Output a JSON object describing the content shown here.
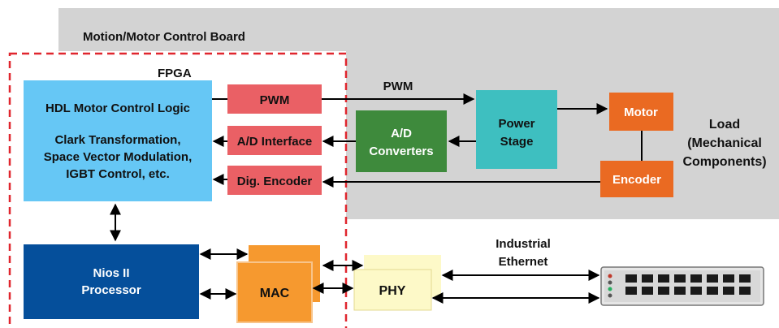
{
  "board": {
    "title": "Motion/Motor Control Board"
  },
  "fpga": {
    "title": "FPGA",
    "logic_box": {
      "title": "HDL Motor Control Logic",
      "lines": [
        "Clark Transformation,",
        "Space Vector Modulation,",
        "IGBT Control, etc."
      ]
    },
    "pwm_block": "PWM",
    "adc_interface_block": "A/D Interface",
    "encoder_block": "Dig. Encoder",
    "nios": {
      "lines": [
        "Nios II",
        "Processor"
      ]
    },
    "mac": "MAC"
  },
  "external": {
    "pwm_signal": "PWM",
    "ad_converters": {
      "lines": [
        "A/D",
        "Converters"
      ]
    },
    "power_stage": {
      "lines": [
        "Power",
        "Stage"
      ]
    },
    "motor": "Motor",
    "encoder": "Encoder",
    "load": {
      "lines": [
        "Load",
        "(Mechanical",
        "Components)"
      ]
    },
    "phy": "PHY",
    "network": {
      "lines": [
        "Industrial",
        "Ethernet"
      ]
    }
  },
  "colors": {
    "board_bg": "#d3d3d3",
    "fpga_border": "#e0262e",
    "logic_box": "#66c7f5",
    "red_block": "#ea6065",
    "nios": "#054f9b",
    "mac": "#f6992f",
    "ad_converters": "#3e8a3c",
    "power_stage": "#3ebfc0",
    "orange_block": "#ea6a22",
    "phy": "#fdf9c8"
  }
}
